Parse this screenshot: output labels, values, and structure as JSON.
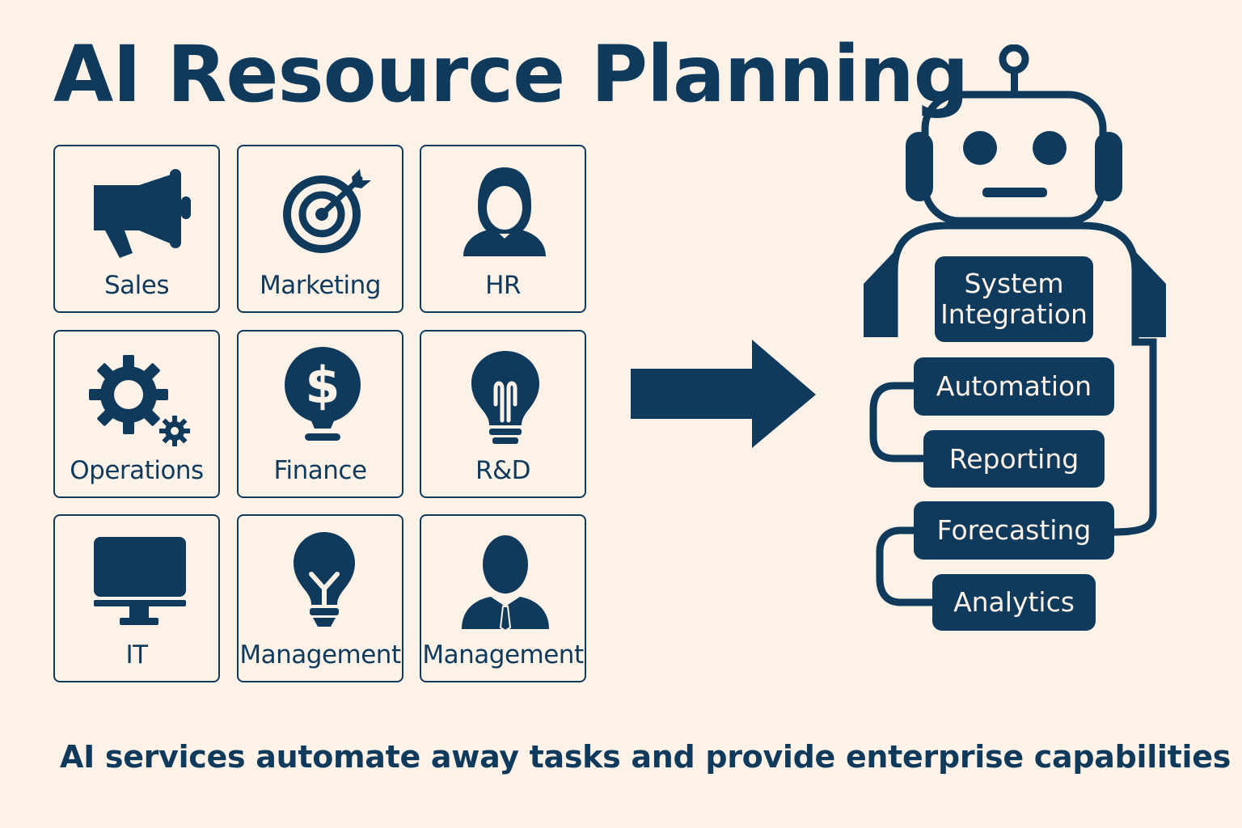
{
  "title": "AI Resource Planning",
  "departments": [
    {
      "label": "Sales",
      "icon": "megaphone-icon"
    },
    {
      "label": "Marketing",
      "icon": "target-arrow-icon"
    },
    {
      "label": "HR",
      "icon": "person-woman-icon"
    },
    {
      "label": "Operations",
      "icon": "gears-icon"
    },
    {
      "label": "Finance",
      "icon": "dollar-lightbulb-icon"
    },
    {
      "label": "R&D",
      "icon": "lightbulb-icon"
    },
    {
      "label": "IT",
      "icon": "monitor-icon"
    },
    {
      "label": "Management",
      "icon": "lightbulb-icon"
    },
    {
      "label": "Management",
      "icon": "businessman-icon"
    }
  ],
  "capabilities": [
    "System Integration",
    "Automation",
    "Reporting",
    "Forecasting",
    "Analytics"
  ],
  "caption": "AI services automate away tasks and provide enterprise capabilities",
  "colors": {
    "background": "#fcf2e8",
    "primary": "#103a5c"
  }
}
